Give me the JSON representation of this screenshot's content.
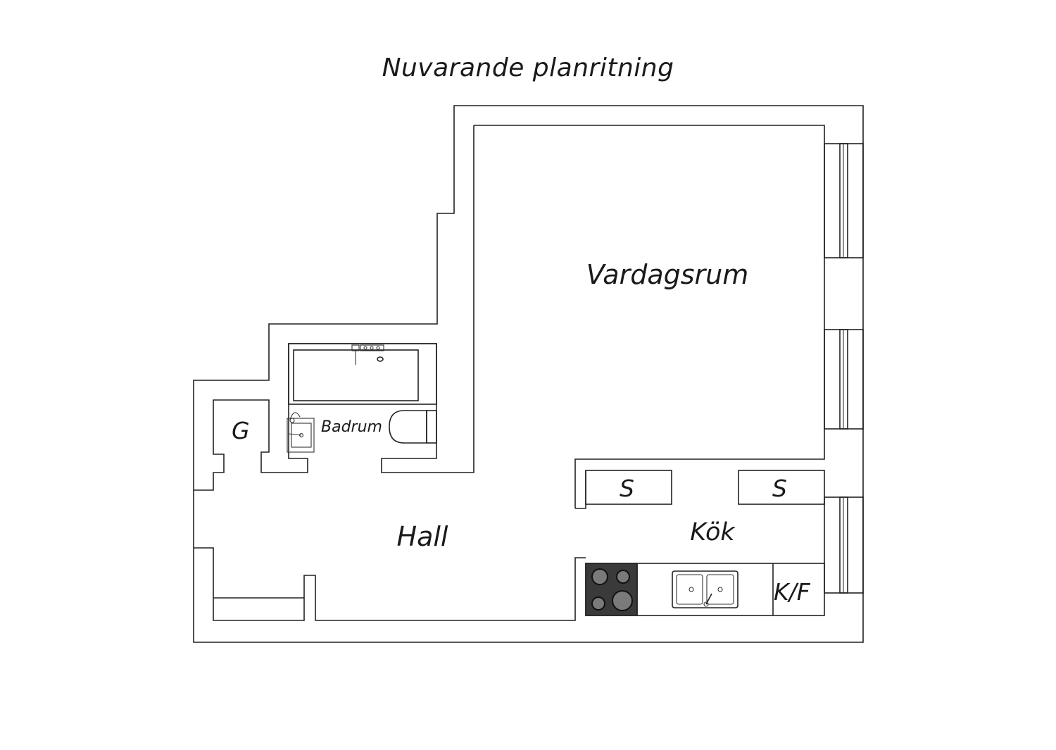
{
  "title": "Nuvarande planritning",
  "rooms": {
    "vardagsrum": "Vardagsrum",
    "hall": "Hall",
    "kok": "Kök",
    "badrum": "Badrum",
    "garderob": "G",
    "skap_1": "S",
    "skap_2": "S",
    "kyl_frys": "K/F"
  },
  "colors": {
    "line": "#222222",
    "background": "#ffffff",
    "stove_top": "#3a3a3a",
    "burner": "#7a7a7a"
  },
  "icons": [
    "bathtub-icon",
    "toilet-icon",
    "sink-icon",
    "stove-icon",
    "kitchen-sink-icon",
    "window-icon"
  ]
}
